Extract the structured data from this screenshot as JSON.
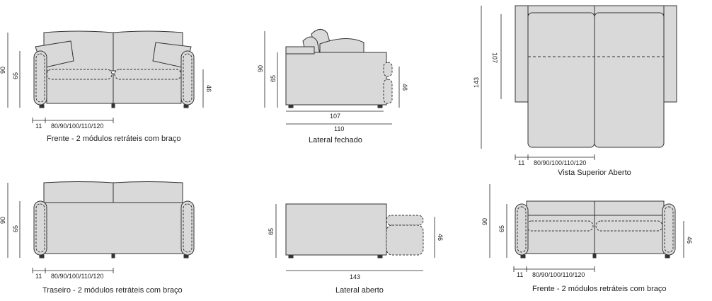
{
  "colors": {
    "fill": "#d9d9d9",
    "line": "#333333",
    "dim": "#222222"
  },
  "views": {
    "front": {
      "caption": "Frente - 2 módulos retráteis com braço",
      "height_total": "90",
      "height_arm": "65",
      "height_seat": "46",
      "arm_width": "11",
      "module_width": "80/90/100/110/120"
    },
    "side_closed": {
      "caption": "Lateral fechado",
      "height_total": "90",
      "height_arm": "65",
      "height_seat": "46",
      "depth_seat": "107",
      "depth_total": "110"
    },
    "top_open": {
      "caption": "Vista Superior Aberto",
      "depth_total": "143",
      "depth_seat": "107",
      "arm_width": "11",
      "module_width": "80/90/100/110/120"
    },
    "back": {
      "caption": "Traseiro - 2 módulos retráteis com braço",
      "height_total": "90",
      "height_arm": "65",
      "arm_width": "11",
      "module_width": "80/90/100/110/120"
    },
    "side_open": {
      "caption": "Lateral aberto",
      "height_arm": "65",
      "height_seat": "46",
      "depth_total": "143"
    },
    "front_open": {
      "caption": "Frente - 2 módulos retráteis com braço",
      "height_total": "90",
      "height_arm": "65",
      "height_seat": "46",
      "arm_width": "11",
      "module_width": "80/90/100/110/120"
    }
  }
}
